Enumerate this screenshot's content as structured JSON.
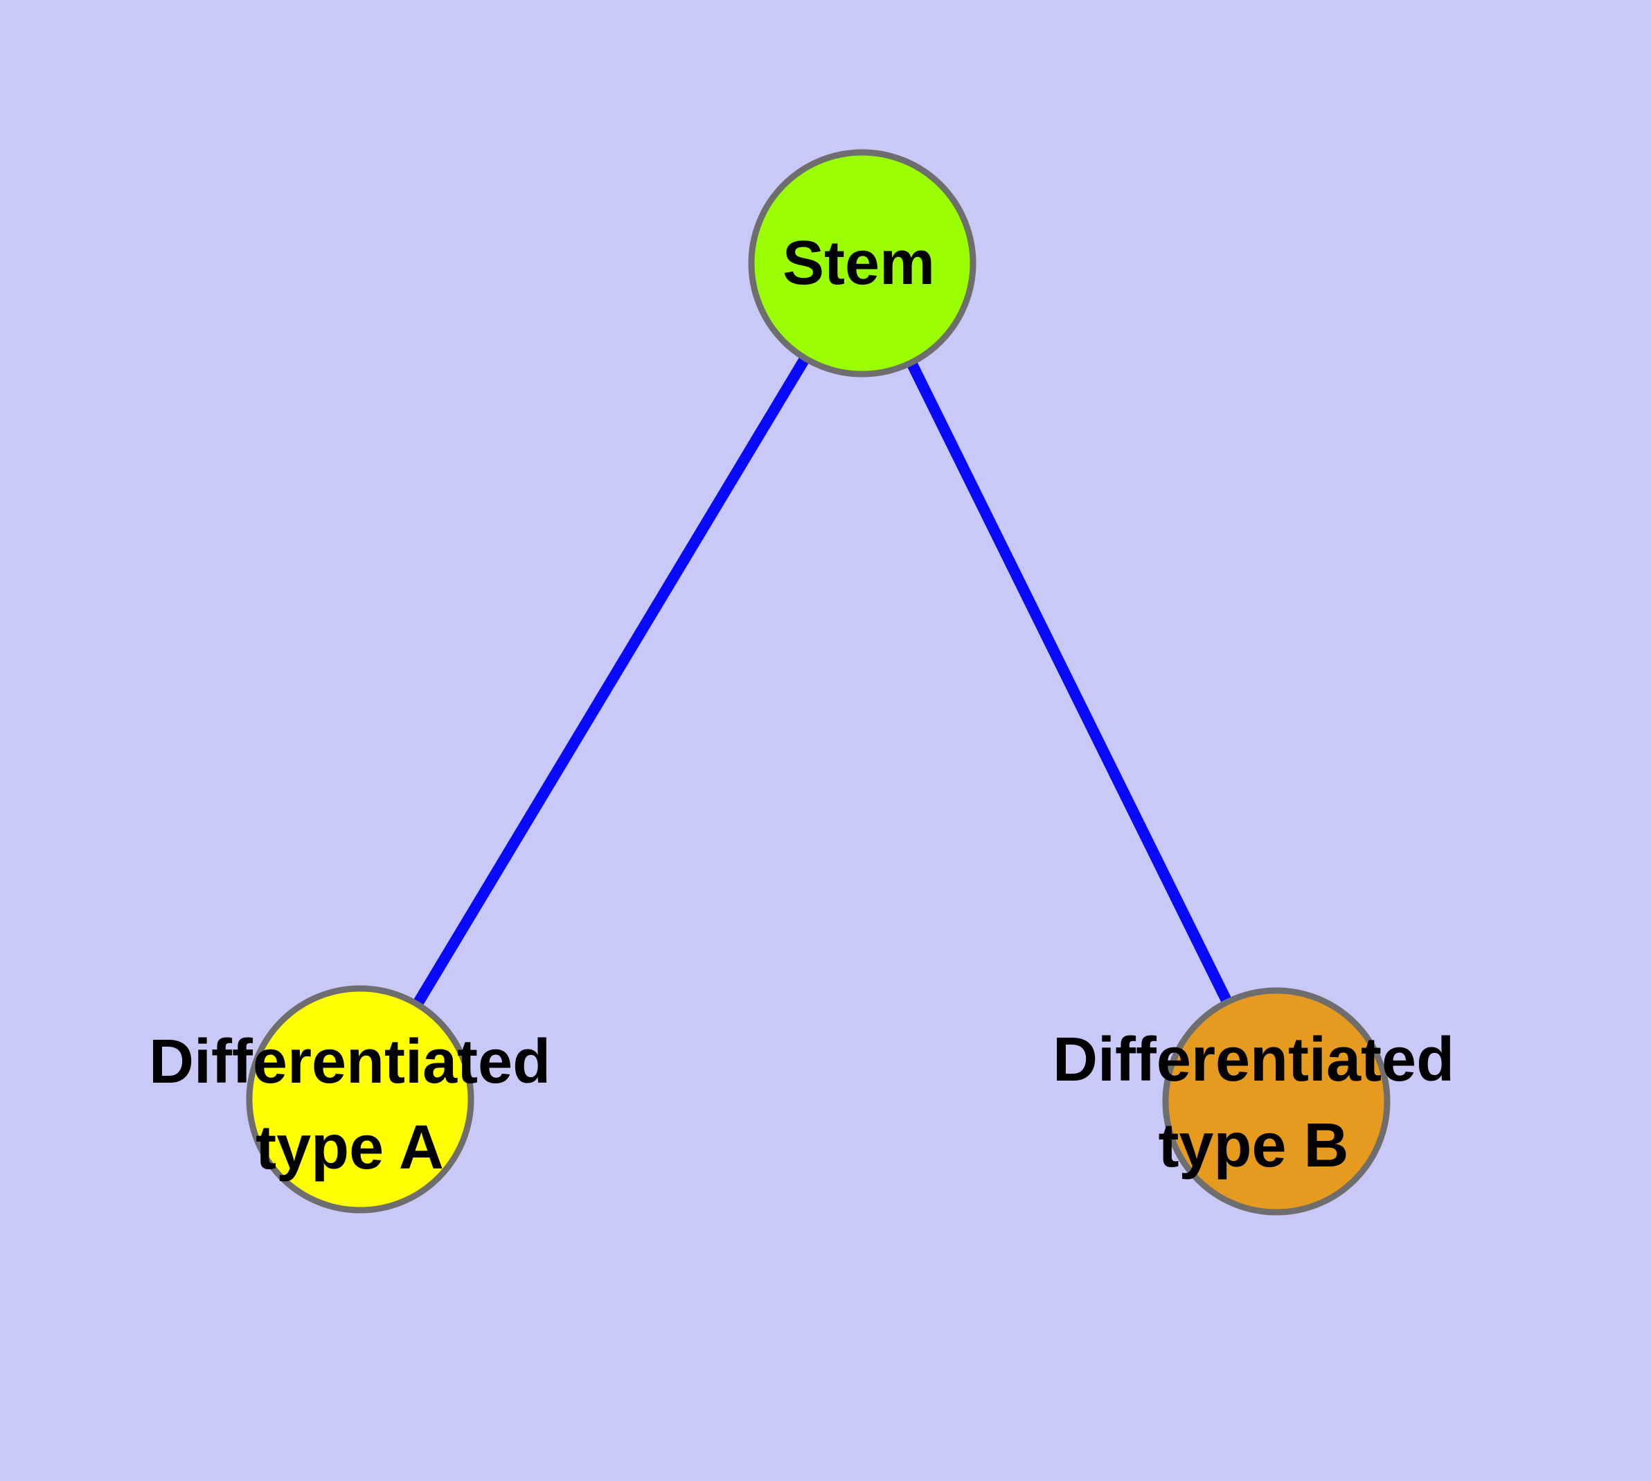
{
  "diagram": {
    "description": "Cell differentiation graph: a stem node connected to two differentiated type nodes",
    "background_color": "#c9c9f8",
    "node_border_color": "#6e6e6e",
    "edge_color": "#0808ff",
    "label_text_color": "#000000",
    "nodes": [
      {
        "id": "stem",
        "label_lines": {
          "0": "Stem"
        },
        "color": "#9aff00"
      },
      {
        "id": "differentiated-type-a",
        "label_lines": {
          "0": "Differentiated",
          "1": "type A"
        },
        "color": "#ffff00"
      },
      {
        "id": "differentiated-type-b",
        "label_lines": {
          "0": "Differentiated",
          "1": "type B"
        },
        "color": "#e69a1e"
      }
    ],
    "edges": [
      {
        "from": "stem",
        "to": "differentiated-type-a"
      },
      {
        "from": "stem",
        "to": "differentiated-type-b"
      }
    ]
  }
}
